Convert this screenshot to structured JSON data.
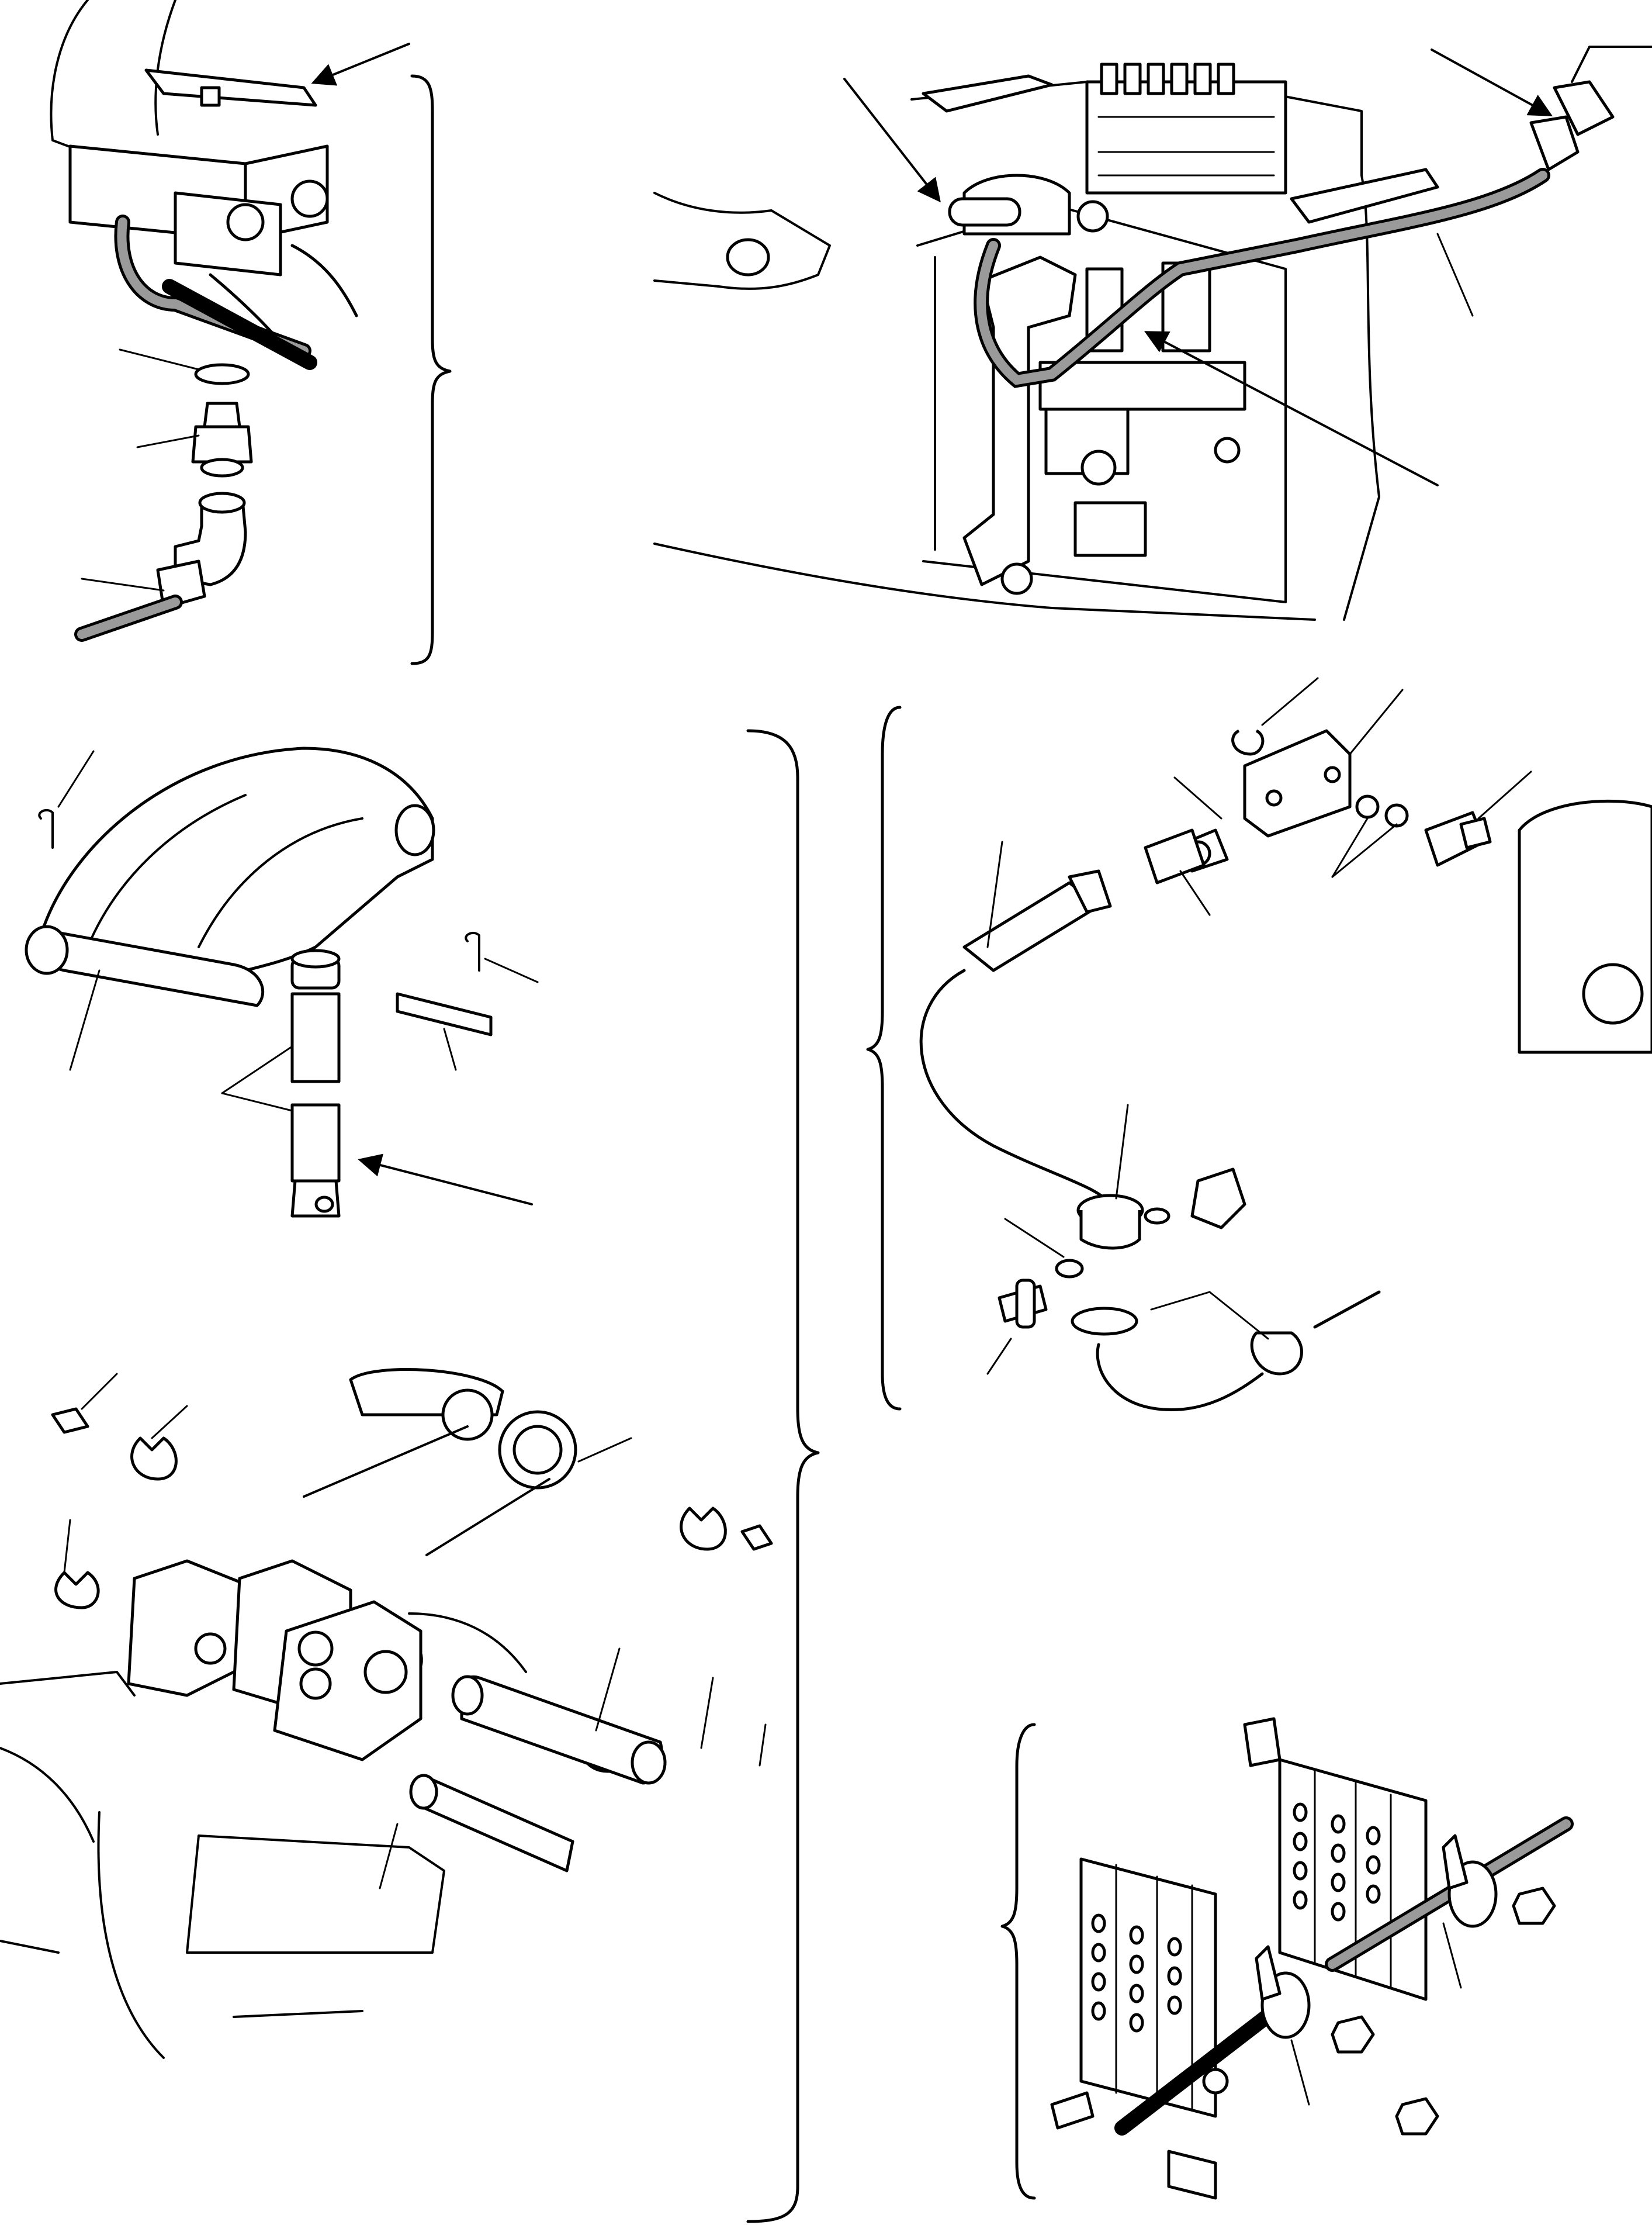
{
  "figure": {
    "kind": "exploded parts diagram",
    "text_labels": [],
    "colors": {
      "ink": "#000000",
      "paper": "#ffffff",
      "hose_shade": "#9a9a9a"
    }
  },
  "views": [
    {
      "id": "valve-hose-fitting",
      "leaders": 4,
      "arrows": 1
    },
    {
      "id": "machine-overview",
      "leaders": 4,
      "arrows": 3
    },
    {
      "id": "pin-guard-assembly",
      "leaders": 15,
      "arrows": 1
    },
    {
      "id": "sensor-cable-assembly",
      "leaders": 9,
      "arrows": 0
    },
    {
      "id": "valve-bank-support",
      "leaders": 2,
      "arrows": 0
    }
  ],
  "icons": [
    "leader-arrow-icon",
    "brace-bracket-icon"
  ]
}
